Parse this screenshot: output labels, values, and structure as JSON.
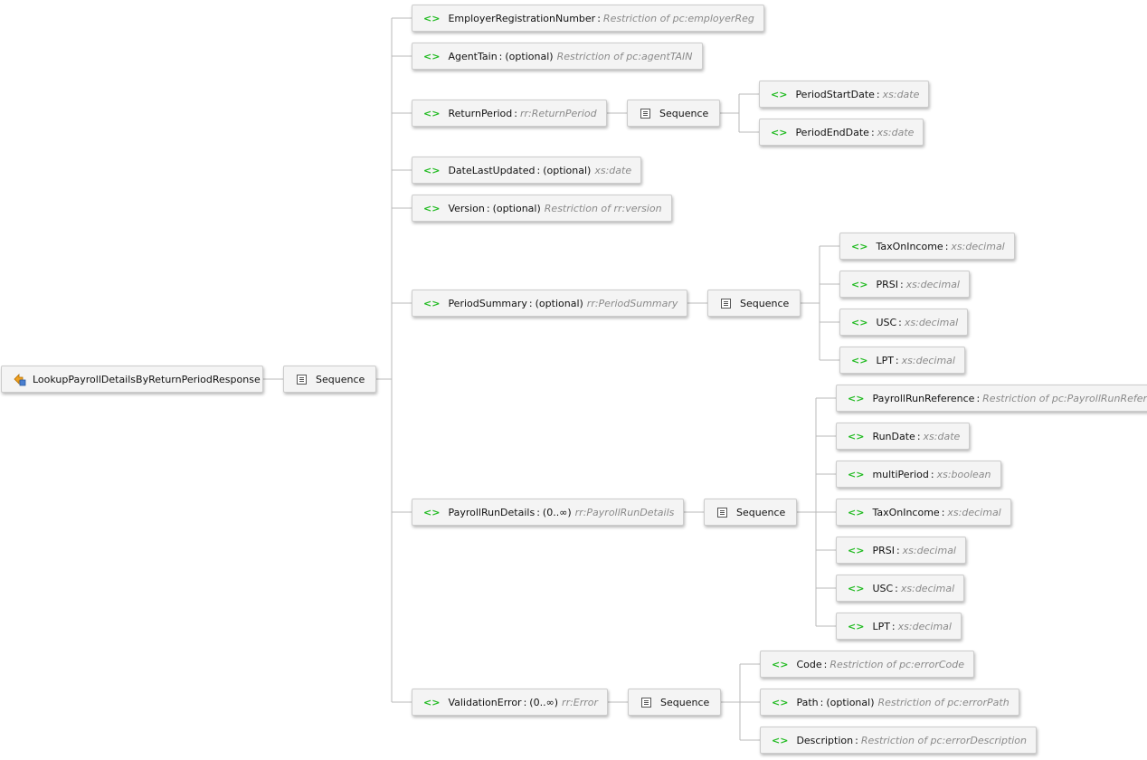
{
  "root": {
    "label": "LookupPayrollDetailsByReturnPeriodResponse"
  },
  "sequence_label": "Sequence",
  "separator": ":",
  "element_icon": "<>",
  "elements": [
    {
      "name": "EmployerRegistrationNumber",
      "type": "Restriction of pc:employerReg"
    },
    {
      "name": "AgentTain",
      "card": "(optional)",
      "type": "Restriction of pc:agentTAIN"
    },
    {
      "name": "ReturnPeriod",
      "type": "rr:ReturnPeriod",
      "children": [
        {
          "name": "PeriodStartDate",
          "type": "xs:date"
        },
        {
          "name": "PeriodEndDate",
          "type": "xs:date"
        }
      ]
    },
    {
      "name": "DateLastUpdated",
      "card": "(optional)",
      "type": "xs:date"
    },
    {
      "name": "Version",
      "card": "(optional)",
      "type": "Restriction of rr:version"
    },
    {
      "name": "PeriodSummary",
      "card": "(optional)",
      "type": "rr:PeriodSummary",
      "children": [
        {
          "name": "TaxOnIncome",
          "type": "xs:decimal"
        },
        {
          "name": "PRSI",
          "type": "xs:decimal"
        },
        {
          "name": "USC",
          "type": "xs:decimal"
        },
        {
          "name": "LPT",
          "type": "xs:decimal"
        }
      ]
    },
    {
      "name": "PayrollRunDetails",
      "card": "(0..∞)",
      "type": "rr:PayrollRunDetails",
      "children": [
        {
          "name": "PayrollRunReference",
          "type": "Restriction of pc:PayrollRunReference"
        },
        {
          "name": "RunDate",
          "type": "xs:date"
        },
        {
          "name": "multiPeriod",
          "type": "xs:boolean"
        },
        {
          "name": "TaxOnIncome",
          "type": "xs:decimal"
        },
        {
          "name": "PRSI",
          "type": "xs:decimal"
        },
        {
          "name": "USC",
          "type": "xs:decimal"
        },
        {
          "name": "LPT",
          "type": "xs:decimal"
        }
      ]
    },
    {
      "name": "ValidationError",
      "card": "(0..∞)",
      "type": "rr:Error",
      "children": [
        {
          "name": "Code",
          "type": "Restriction of pc:errorCode"
        },
        {
          "name": "Path",
          "card": "(optional)",
          "type": "Restriction of pc:errorPath"
        },
        {
          "name": "Description",
          "type": "Restriction of pc:errorDescription"
        }
      ]
    }
  ],
  "colors": {
    "element_icon": "#22bb22",
    "type_text": "#8a8a8a",
    "connector": "#b8b8b8",
    "node_bg": "#f4f4f4",
    "node_border": "#cccccc"
  }
}
